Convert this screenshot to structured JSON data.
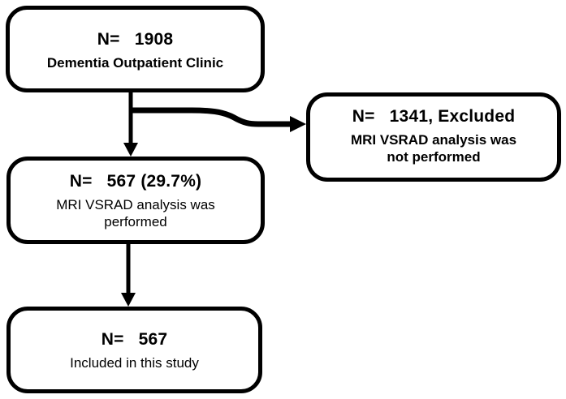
{
  "figure": {
    "type": "flowchart",
    "orientation": "top-down-with-right-exclusion-branch",
    "background_color": "#ffffff",
    "stroke_color": "#000000"
  },
  "nodes": [
    {
      "id": "top",
      "title": "N=   1908",
      "subtitle": "Dementia Outpatient Clinic",
      "subtitle_weight": "bold",
      "count": 1908
    },
    {
      "id": "excluded",
      "title": "N=   1341, Excluded",
      "subtitle": "MRI VSRAD analysis was\nnot performed",
      "subtitle_weight": "bold",
      "count": 1341
    },
    {
      "id": "middle",
      "title": "N=   567 (29.7%)",
      "subtitle": "MRI VSRAD analysis was\nperformed",
      "subtitle_weight": "normal",
      "count": 567,
      "percent": "29.7%"
    },
    {
      "id": "bottom",
      "title": "N=   567",
      "subtitle": "Included in this study",
      "subtitle_weight": "normal",
      "count": 567
    }
  ],
  "connectors": [
    {
      "id": "top-to-middle",
      "from": "top",
      "to": "middle",
      "style": "straight-vertical-arrow"
    },
    {
      "id": "top-to-excluded",
      "from": "top",
      "to": "excluded",
      "style": "curved-horizontal-arrow"
    },
    {
      "id": "middle-to-bottom",
      "from": "middle",
      "to": "bottom",
      "style": "straight-vertical-arrow"
    }
  ]
}
